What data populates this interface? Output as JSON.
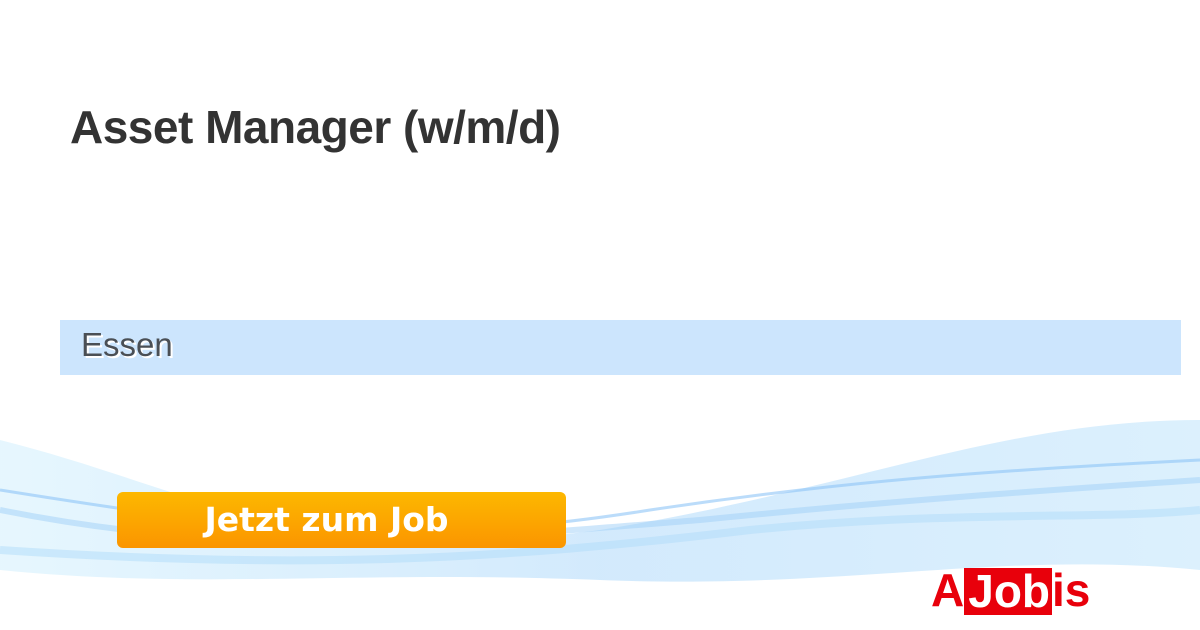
{
  "job": {
    "title": "Asset Manager (w/m/d)",
    "location": "Essen"
  },
  "cta": {
    "label": "Jetzt zum Job"
  },
  "logo": {
    "text": "AJobis",
    "part_a": "A",
    "part_job": "Job",
    "part_is": "is",
    "color": "#e8000b"
  }
}
